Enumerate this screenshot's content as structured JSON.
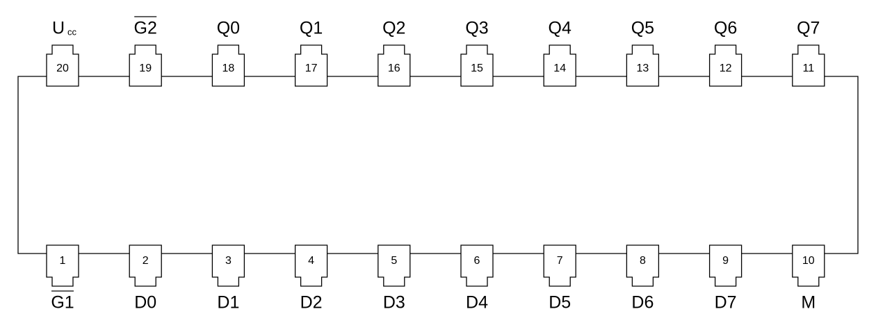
{
  "top_pins": [
    {
      "number": "20",
      "label": "U",
      "label_sub": "cc",
      "overline": false
    },
    {
      "number": "19",
      "label": "G2",
      "overline": true
    },
    {
      "number": "18",
      "label": "Q0",
      "overline": false
    },
    {
      "number": "17",
      "label": "Q1",
      "overline": false
    },
    {
      "number": "16",
      "label": "Q2",
      "overline": false
    },
    {
      "number": "15",
      "label": "Q3",
      "overline": false
    },
    {
      "number": "14",
      "label": "Q4",
      "overline": false
    },
    {
      "number": "13",
      "label": "Q5",
      "overline": false
    },
    {
      "number": "12",
      "label": "Q6",
      "overline": false
    },
    {
      "number": "11",
      "label": "Q7",
      "overline": false
    }
  ],
  "bottom_pins": [
    {
      "number": "1",
      "label": "G1",
      "overline": true
    },
    {
      "number": "2",
      "label": "D0",
      "overline": false
    },
    {
      "number": "3",
      "label": "D1",
      "overline": false
    },
    {
      "number": "4",
      "label": "D2",
      "overline": false
    },
    {
      "number": "5",
      "label": "D3",
      "overline": false
    },
    {
      "number": "6",
      "label": "D4",
      "overline": false
    },
    {
      "number": "7",
      "label": "D5",
      "overline": false
    },
    {
      "number": "8",
      "label": "D6",
      "overline": false
    },
    {
      "number": "9",
      "label": "D7",
      "overline": false
    },
    {
      "number": "10",
      "label": "M",
      "overline": false
    }
  ],
  "colors": {
    "line": "#000000",
    "background": "#ffffff"
  }
}
